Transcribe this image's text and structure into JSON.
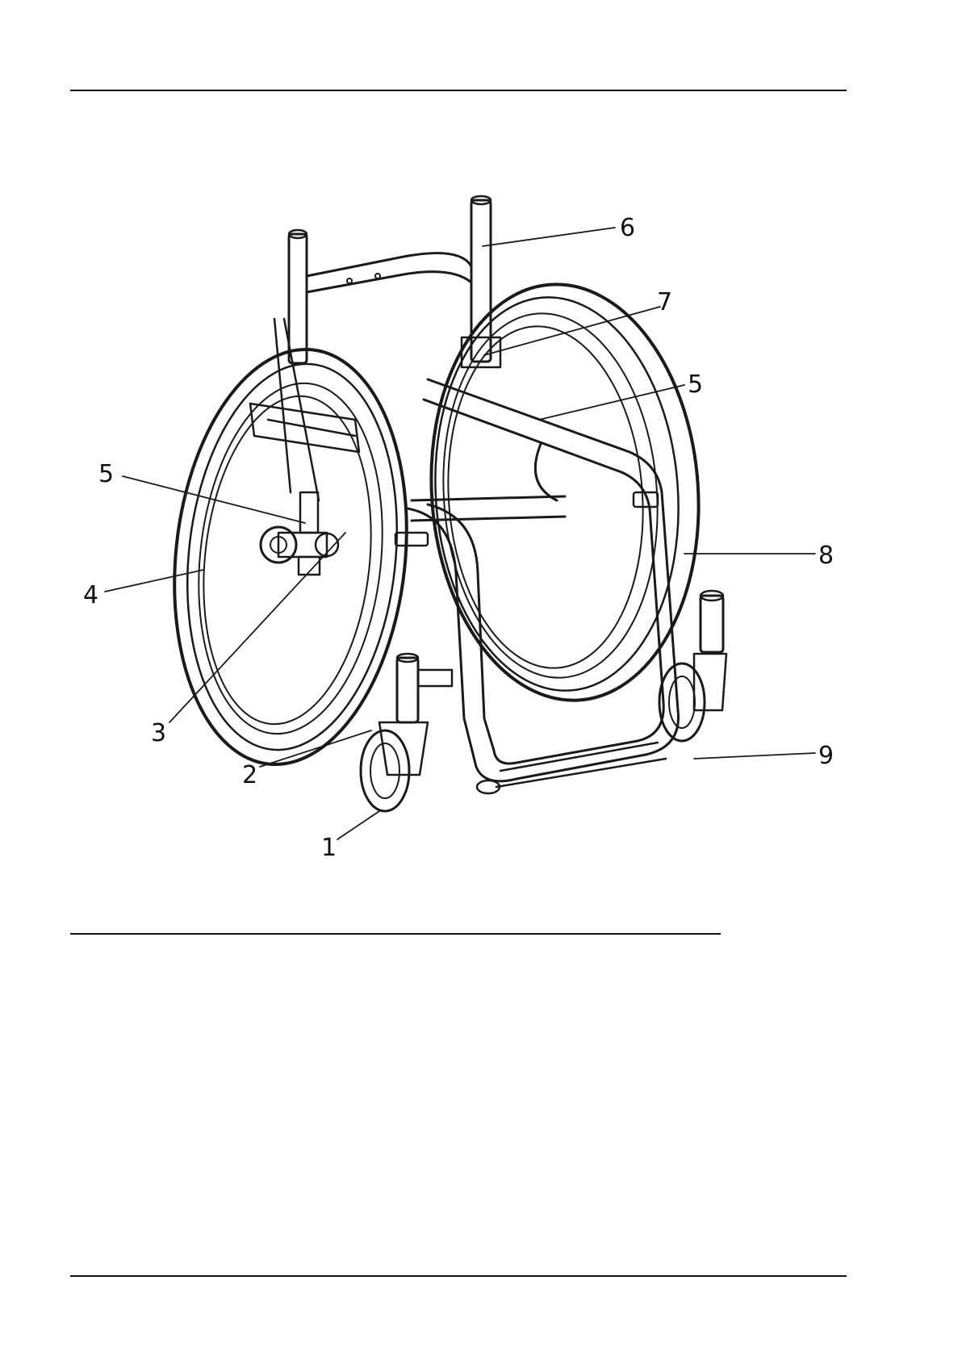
{
  "figure": {
    "callouts": [
      {
        "id": "c1",
        "label": "1"
      },
      {
        "id": "c2",
        "label": "2"
      },
      {
        "id": "c3",
        "label": "3"
      },
      {
        "id": "c4",
        "label": "4"
      },
      {
        "id": "c5a",
        "label": "5"
      },
      {
        "id": "c5b",
        "label": "5"
      },
      {
        "id": "c6",
        "label": "6"
      },
      {
        "id": "c7",
        "label": "7"
      },
      {
        "id": "c8",
        "label": "8"
      },
      {
        "id": "c9",
        "label": "9"
      }
    ]
  }
}
